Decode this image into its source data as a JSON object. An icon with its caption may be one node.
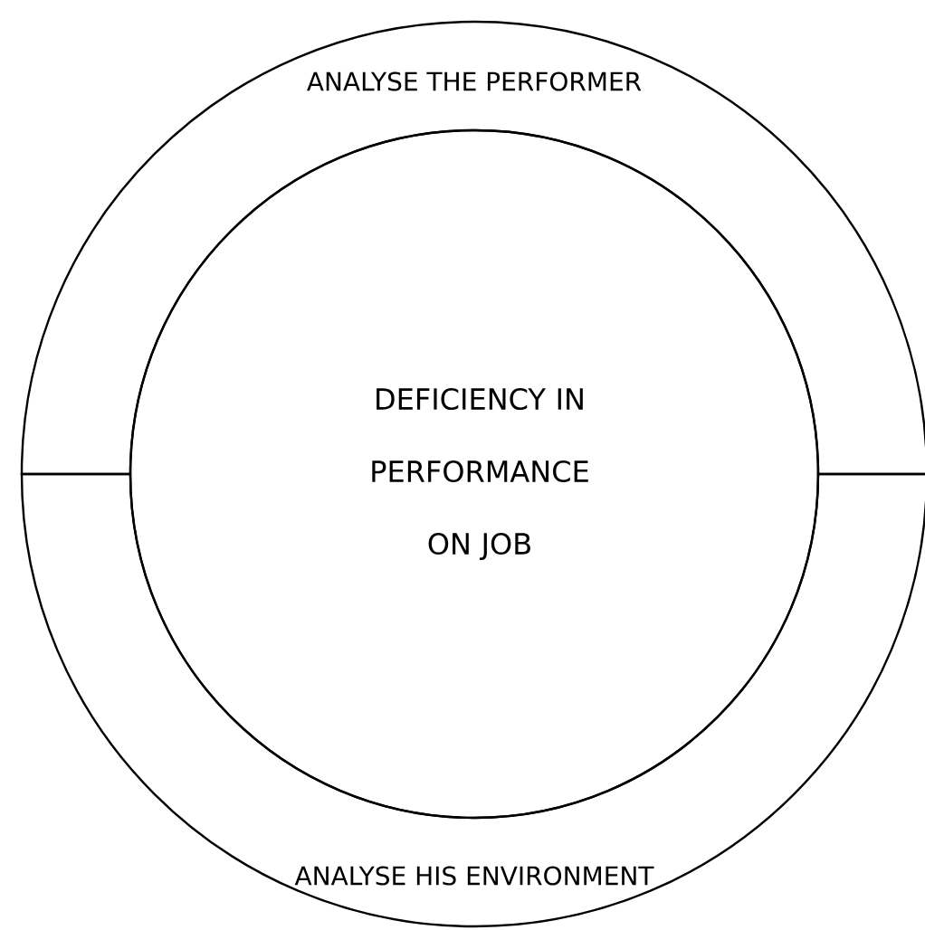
{
  "diagram": {
    "nodes": [
      {
        "text": [
          "ANALYSE THE PERFORMER"
        ]
      },
      {
        "text": [
          "ANALYSE HIS ENVIRONMENT"
        ]
      },
      {
        "text": [
          "DEFICIENCY IN PERFORMANCE ON JOB"
        ]
      }
    ]
  }
}
